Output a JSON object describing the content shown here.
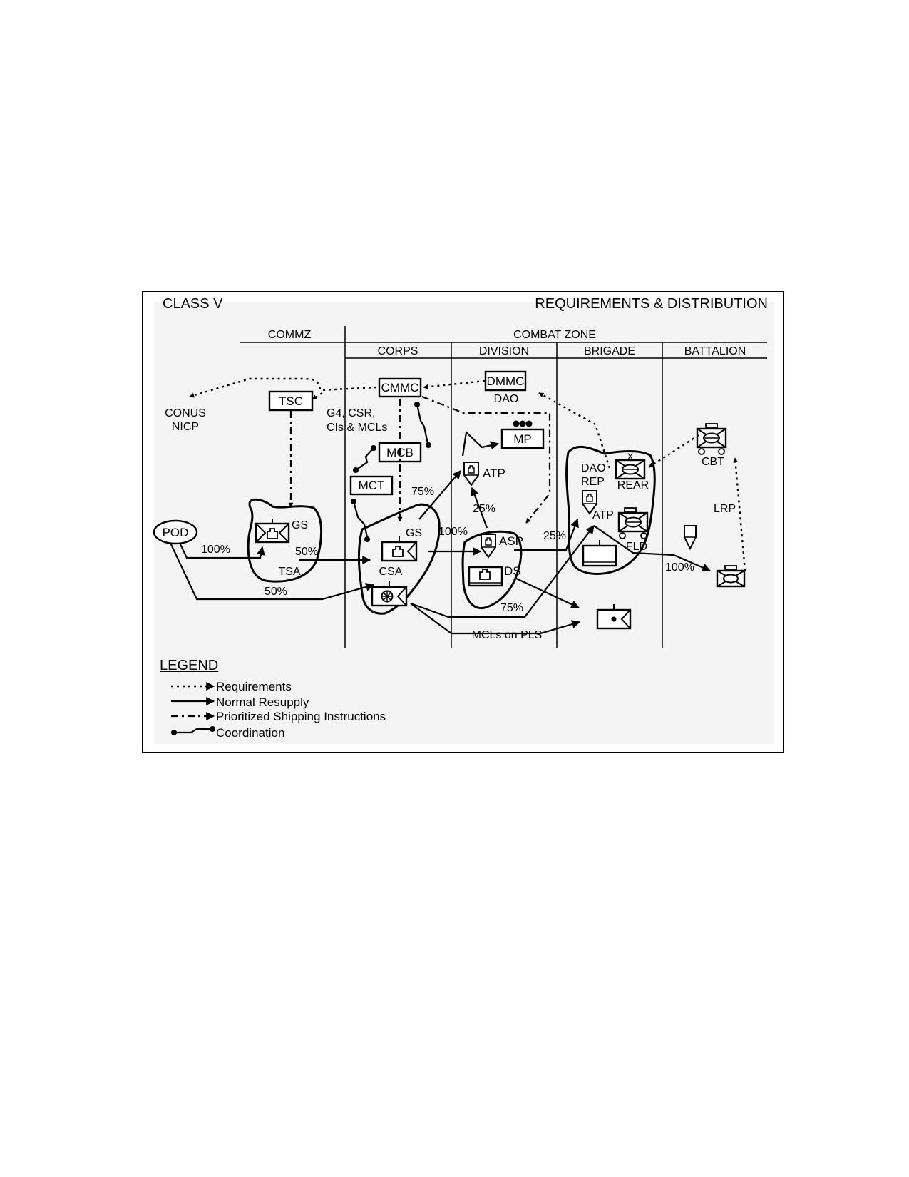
{
  "header": {
    "left_title": "CLASS V",
    "right_title": "REQUIREMENTS & DISTRIBUTION"
  },
  "zones": {
    "commz": "COMMZ",
    "combat_zone": "COMBAT ZONE",
    "corps": "CORPS",
    "division": "DIVISION",
    "brigade": "BRIGADE",
    "battalion": "BATTALION"
  },
  "nodes": {
    "tsc": "TSC",
    "cmmc": "CMMC",
    "dmmc": "DMMC",
    "dao": "DAO",
    "mcb": "MCB",
    "mct": "MCT",
    "mp": "MP",
    "pod": "POD",
    "conus": "CONUS",
    "nicp": "NICP",
    "g4_line1": "G4, CSR,",
    "g4_line2": "CIs & MCLs",
    "atp_div": "ATP",
    "gs_tsa": "GS",
    "tsa": "TSA",
    "gs_csa": "GS",
    "csa": "CSA",
    "asp": "ASP",
    "ds": "DS",
    "dao_rep_line1": "DAO",
    "dao_rep_line2": "REP",
    "atp_bde": "ATP",
    "rear": "REAR",
    "fld": "FLD",
    "cbt": "CBT",
    "lrp": "LRP",
    "mcls_on_pls": "MCLs on PLS",
    "rear_echelon": "x"
  },
  "flow_labels": {
    "pod_tsa": "100%",
    "tsa_csa": "50%",
    "pod_csa": "50%",
    "csa_atp": "75%",
    "asp_atp": "25%",
    "csa_asp": "100%",
    "asp_bde": "25%",
    "csa_bde_atp": "75%",
    "fld_bn": "100%"
  },
  "legend": {
    "title": "LEGEND",
    "items": [
      {
        "style": "dotted",
        "label": "Requirements"
      },
      {
        "style": "solid",
        "label": "Normal Resupply"
      },
      {
        "style": "dash-dot",
        "label": "Prioritized Shipping Instructions"
      },
      {
        "style": "coordination",
        "label": "Coordination"
      }
    ]
  }
}
